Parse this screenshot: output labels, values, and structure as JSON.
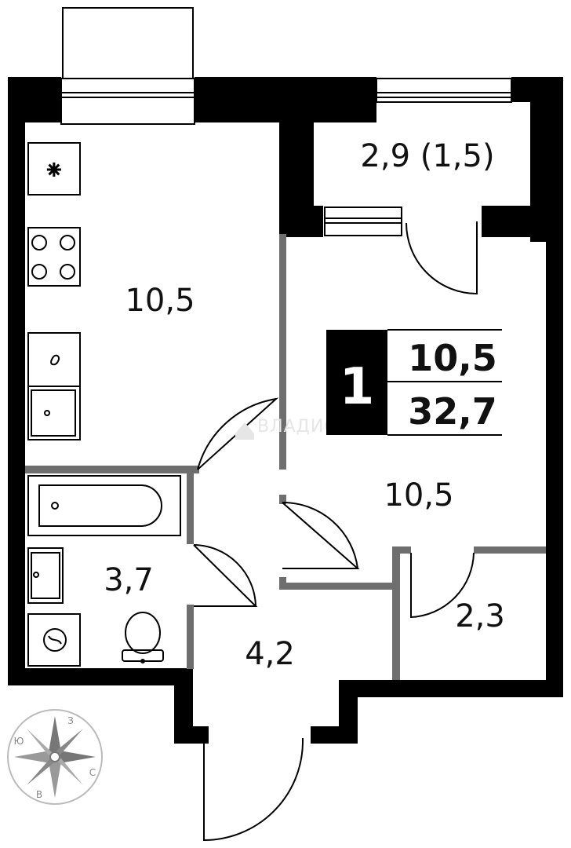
{
  "rooms": {
    "loggia": "2,9 (1,5)",
    "kitchen": "10,5",
    "bedroom": "10,5",
    "bathroom": "3,7",
    "hall": "4,2",
    "closet": "2,3"
  },
  "summary": {
    "rooms_count": "1",
    "living_area": "10,5",
    "total_area": "32,7"
  },
  "watermark": "ВЛАДИС",
  "compass": {
    "north": "З",
    "east": "С",
    "south": "В",
    "west": "Ю"
  },
  "colors": {
    "wall": "#000000",
    "partition": "#6e6e6e",
    "background": "#ffffff"
  }
}
